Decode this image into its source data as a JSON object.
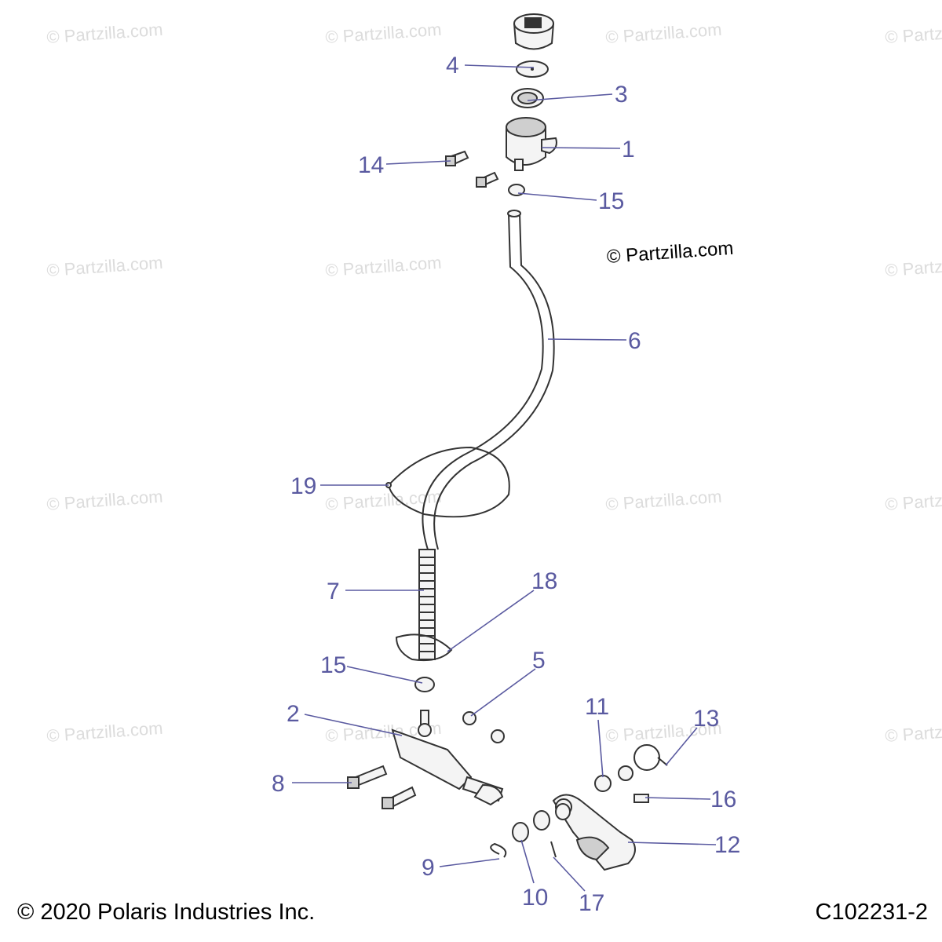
{
  "watermark": "© Partzilla.com",
  "copyright_mark": "© Partzilla.com",
  "footer": {
    "copyright": "© 2020 Polaris Industries Inc.",
    "diagram_code": "C102231-2"
  },
  "callouts": [
    {
      "id": "c4",
      "label": "4"
    },
    {
      "id": "c3",
      "label": "3"
    },
    {
      "id": "c1",
      "label": "1"
    },
    {
      "id": "c14",
      "label": "14"
    },
    {
      "id": "c15a",
      "label": "15"
    },
    {
      "id": "c6",
      "label": "6"
    },
    {
      "id": "c19",
      "label": "19"
    },
    {
      "id": "c7",
      "label": "7"
    },
    {
      "id": "c18",
      "label": "18"
    },
    {
      "id": "c15b",
      "label": "15"
    },
    {
      "id": "c5",
      "label": "5"
    },
    {
      "id": "c2",
      "label": "2"
    },
    {
      "id": "c11",
      "label": "11"
    },
    {
      "id": "c13",
      "label": "13"
    },
    {
      "id": "c8",
      "label": "8"
    },
    {
      "id": "c16",
      "label": "16"
    },
    {
      "id": "c12",
      "label": "12"
    },
    {
      "id": "c9",
      "label": "9"
    },
    {
      "id": "c10",
      "label": "10"
    },
    {
      "id": "c17",
      "label": "17"
    }
  ]
}
